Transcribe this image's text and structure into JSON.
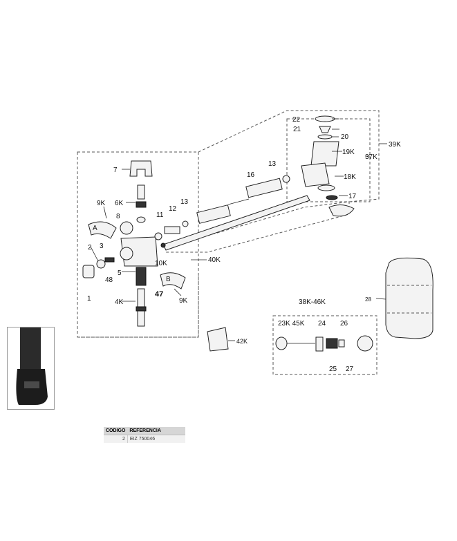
{
  "labels": {
    "p7": "7",
    "p6k": "6K",
    "p9k_top": "9K",
    "p8": "8",
    "pA": "A",
    "p2": "2",
    "p3": "3",
    "p48": "48",
    "p1": "1",
    "p5": "5",
    "p4k": "4K",
    "p47": "47",
    "p9k_bot": "9K",
    "pB": "B",
    "p11": "11",
    "p12": "12",
    "p13a": "13",
    "p10k": "10K",
    "p40k": "40K",
    "p16": "16",
    "p13b": "13",
    "p22": "22",
    "p21": "21",
    "p20": "20",
    "p19k": "19K",
    "p37k": "37K",
    "p39k": "39K",
    "p18k": "18K",
    "p17": "17",
    "p28": "28",
    "p42k": "42K",
    "p38k46k": "38K-46K",
    "p23k45k": "23K 45K",
    "p24": "24",
    "p26": "26",
    "p25": "25",
    "p27": "27"
  },
  "table": {
    "col_code": "CODIGO",
    "col_ref": "REFERENCIA",
    "row_code": "2",
    "row_ref": "EIZ 750046"
  }
}
